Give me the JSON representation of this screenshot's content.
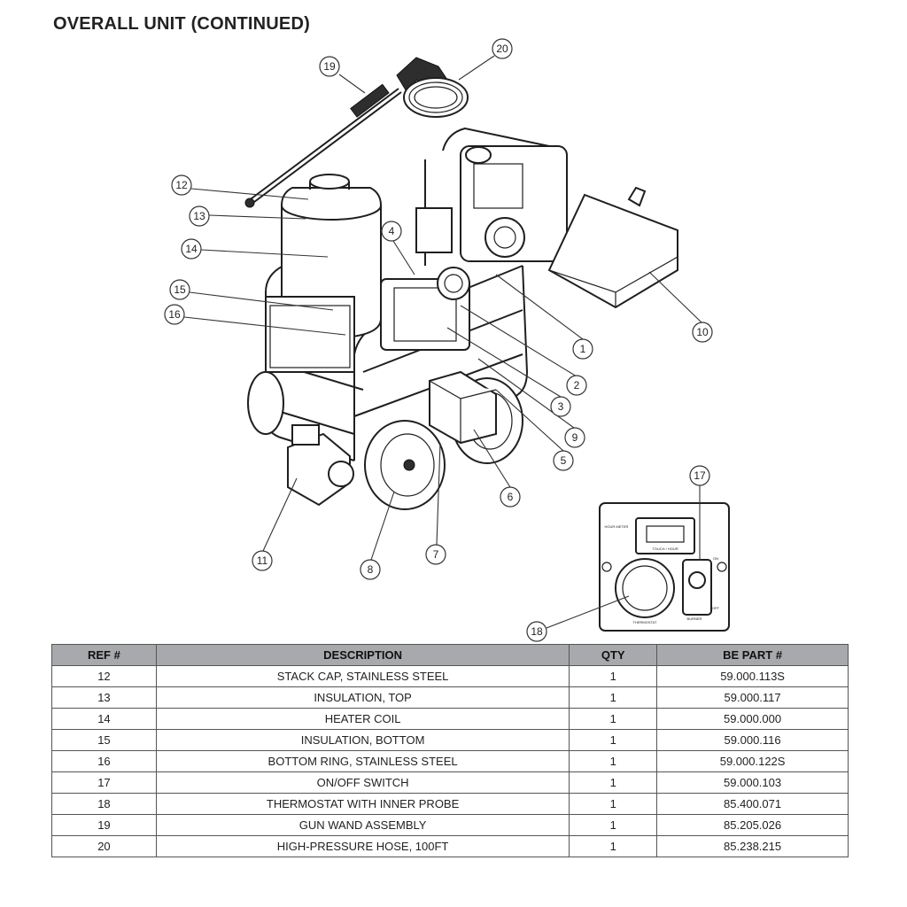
{
  "page": {
    "title": "OVERALL UNIT (CONTINUED)"
  },
  "diagram": {
    "callouts": [
      "1",
      "2",
      "3",
      "4",
      "5",
      "6",
      "7",
      "8",
      "9",
      "10",
      "11",
      "12",
      "13",
      "14",
      "15",
      "16",
      "17",
      "18",
      "19",
      "20"
    ],
    "control_panel": {
      "hour_meter_label": "HOUR METER",
      "display_label": "TOUCH / HOUR",
      "on_label": "ON",
      "off_label": "OFF",
      "burner_label": "BURNER",
      "thermostat_label": "THERMOSTAT"
    }
  },
  "table": {
    "headers": [
      "REF #",
      "DESCRIPTION",
      "QTY",
      "BE PART #"
    ],
    "rows": [
      {
        "ref": "12",
        "description": "STACK CAP, STAINLESS STEEL",
        "qty": "1",
        "part": "59.000.113S"
      },
      {
        "ref": "13",
        "description": "INSULATION, TOP",
        "qty": "1",
        "part": "59.000.117"
      },
      {
        "ref": "14",
        "description": "HEATER COIL",
        "qty": "1",
        "part": "59.000.000"
      },
      {
        "ref": "15",
        "description": "INSULATION, BOTTOM",
        "qty": "1",
        "part": "59.000.116"
      },
      {
        "ref": "16",
        "description": "BOTTOM RING, STAINLESS STEEL",
        "qty": "1",
        "part": "59.000.122S"
      },
      {
        "ref": "17",
        "description": "ON/OFF SWITCH",
        "qty": "1",
        "part": "59.000.103"
      },
      {
        "ref": "18",
        "description": "THERMOSTAT WITH INNER PROBE",
        "qty": "1",
        "part": "85.400.071"
      },
      {
        "ref": "19",
        "description": "GUN WAND ASSEMBLY",
        "qty": "1",
        "part": "85.205.026"
      },
      {
        "ref": "20",
        "description": "HIGH-PRESSURE HOSE, 100FT",
        "qty": "1",
        "part": "85.238.215"
      }
    ]
  }
}
